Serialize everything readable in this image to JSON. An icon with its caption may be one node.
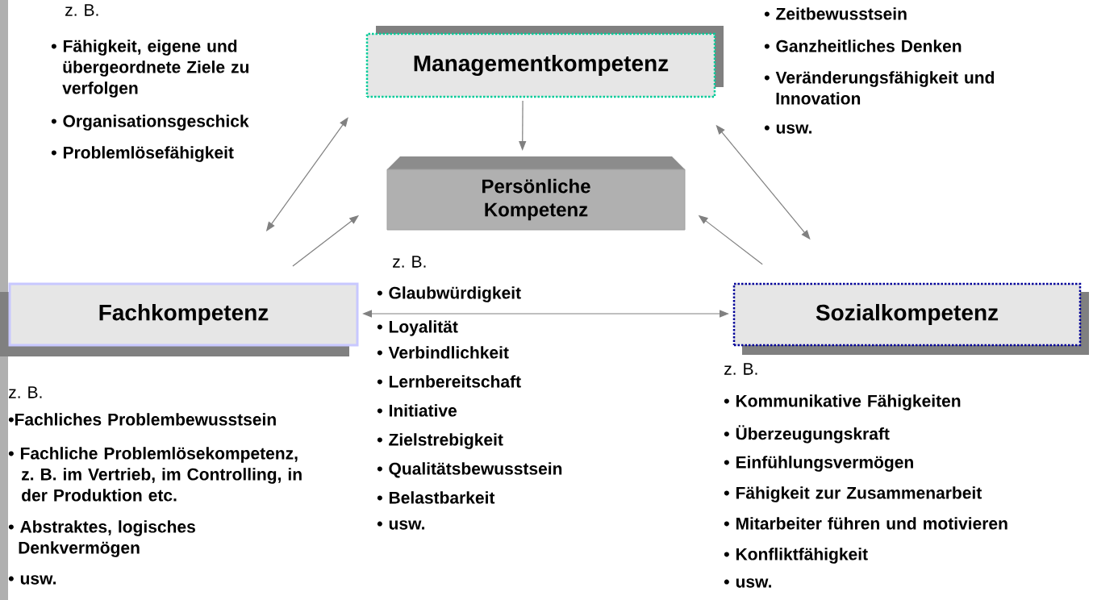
{
  "diagram": {
    "nodes": [
      {
        "text": [
          "Managementkompetenz"
        ],
        "beside": [
          "z. B.",
          "• Fähigkeit, eigene und übergeordnete Ziele zu verfolgen",
          "• Organisationsgeschick",
          "• Problemlösefähigkeit",
          "• Zeitbewusstsein",
          "• Ganzheitliches Denken",
          "• Veränderungsfähigkeit und Innovation",
          "• usw."
        ]
      },
      {
        "text": [
          "Persönliche Kompetenz"
        ],
        "beside": [
          "z. B.",
          "• Glaubwürdigkeit",
          "• Loyalität",
          "• Verbindlichkeit",
          "• Lernbereitschaft",
          "• Initiative",
          "• Zielstrebigkeit",
          "• Qualitätsbewusstsein",
          "• Belastbarkeit",
          "• usw."
        ]
      },
      {
        "text": [
          "Fachkompetenz"
        ],
        "beside": [
          "z. B.",
          "•Fachliches Problembewusstsein",
          "• Fachliche Problemlösekompetenz, z. B. im Vertrieb, im Controlling, in der Produktion etc.",
          "• Abstraktes, logisches Denkvermögen",
          "• usw."
        ]
      },
      {
        "text": [
          "Sozialkompetenz"
        ],
        "beside": [
          "z. B.",
          "• Kommunikative Fähigkeiten",
          "• Überzeugungskraft",
          "• Einfühlungsvermögen",
          "• Fähigkeit zur Zusammenarbeit",
          "• Mitarbeiter führen und motivieren",
          "• Konfliktfähigkeit",
          "• usw."
        ]
      }
    ],
    "edges": [
      {
        "from": 0,
        "to": 1,
        "arrow": "to"
      },
      {
        "from": 2,
        "to": 0,
        "arrow": "both"
      },
      {
        "from": 2,
        "to": 1,
        "arrow": "to"
      },
      {
        "from": 3,
        "to": 1,
        "arrow": "to"
      },
      {
        "from": 0,
        "to": 3,
        "arrow": "both"
      },
      {
        "from": 2,
        "to": 3,
        "arrow": "both"
      }
    ]
  }
}
